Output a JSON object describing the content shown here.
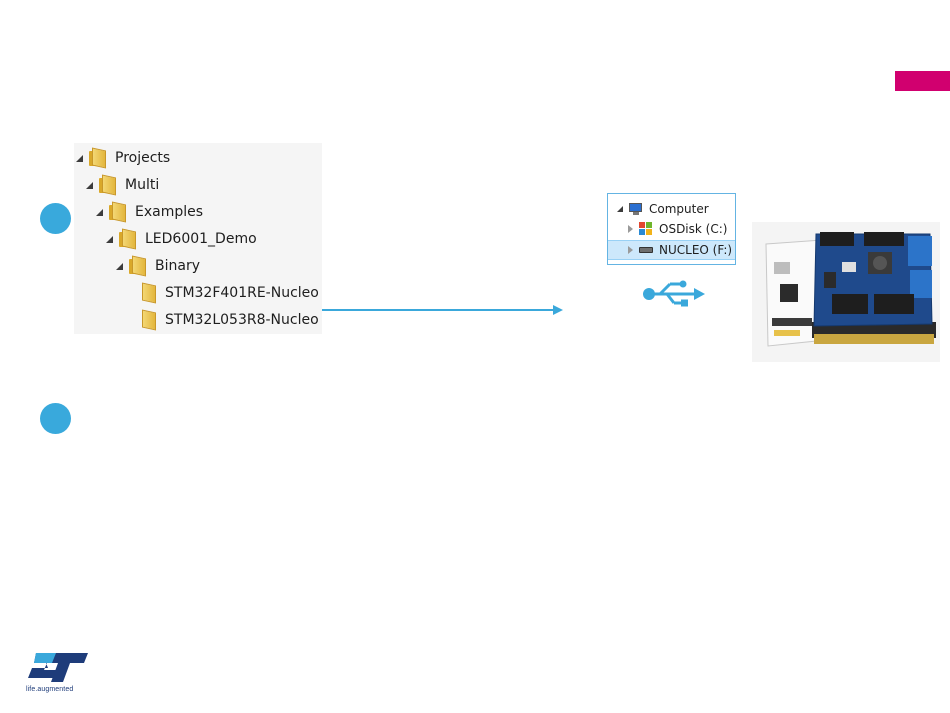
{
  "tree": {
    "items": [
      {
        "label": "Projects",
        "level": 0,
        "expanded": true
      },
      {
        "label": "Multi",
        "level": 1,
        "expanded": true
      },
      {
        "label": "Examples",
        "level": 2,
        "expanded": true
      },
      {
        "label": "LED6001_Demo",
        "level": 3,
        "expanded": true
      },
      {
        "label": "Binary",
        "level": 4,
        "expanded": true
      },
      {
        "label": "STM32F401RE-Nucleo",
        "level": 5,
        "expanded": false
      },
      {
        "label": "STM32L053R8-Nucleo",
        "level": 5,
        "expanded": false
      }
    ]
  },
  "explorer": {
    "items": [
      {
        "label": "Computer",
        "icon": "computer-icon"
      },
      {
        "label": "OSDisk (C:)",
        "icon": "windows-drive-icon"
      },
      {
        "label": "NUCLEO (F:)",
        "icon": "usb-drive-icon",
        "selected": true
      }
    ]
  },
  "logo": {
    "tagline": "life.augmented"
  },
  "colors": {
    "accent": "#d1006f",
    "bullet": "#39a9dc",
    "arrow": "#3aa8db",
    "usb": "#3aa8db",
    "st_blue": "#1e3c7a"
  },
  "icons": [
    "usb-icon",
    "folder-icon",
    "st-logo",
    "nucleo-board-image"
  ]
}
